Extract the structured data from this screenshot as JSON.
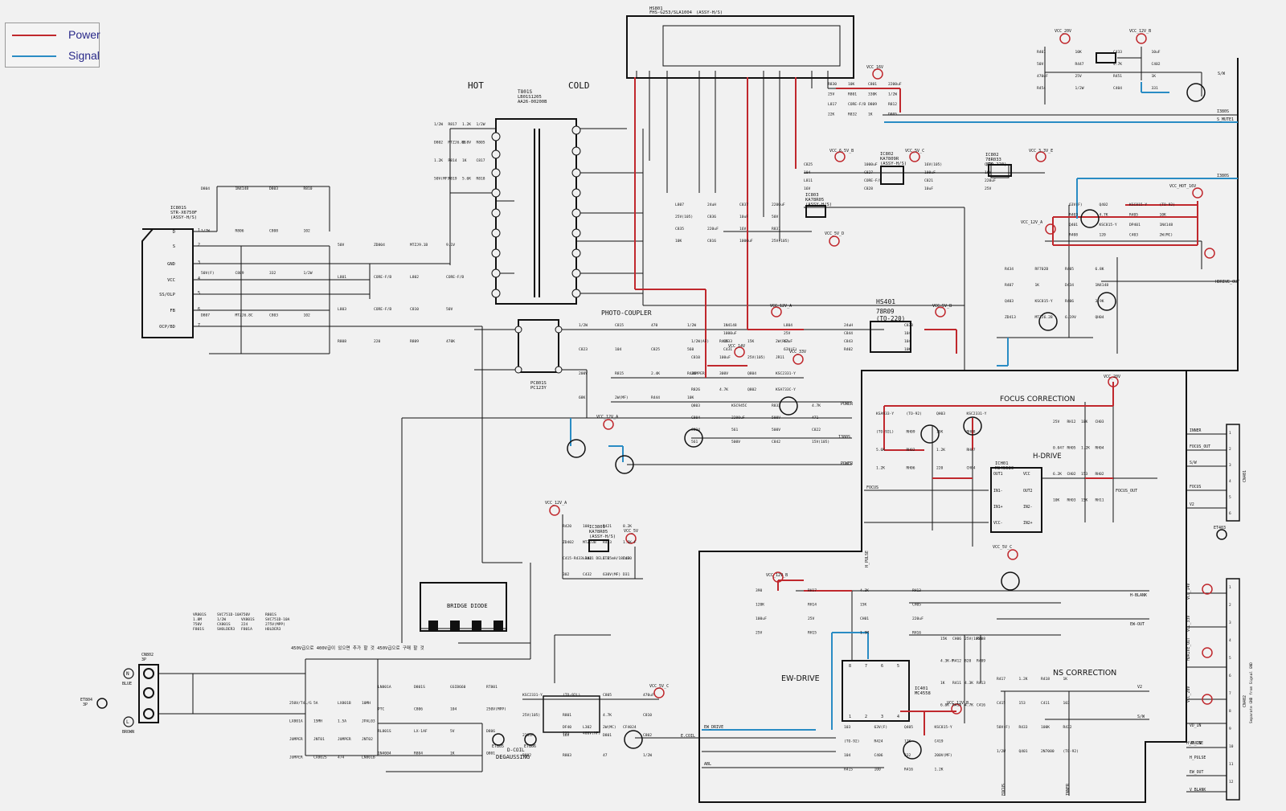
{
  "legend": {
    "items": [
      {
        "label": "Power",
        "color": "#c0282d"
      },
      {
        "label": "Signal",
        "color": "#2a8cc4"
      }
    ]
  },
  "colors": {
    "wire": "#111111",
    "power": "#c0282d",
    "signal": "#2a8cc4",
    "background": "#f1f1f1"
  },
  "header": {
    "hot_label": "HOT",
    "cold_label": "COLD",
    "hs801": "HS801",
    "hs801_part": "FHS-G253/SLA1004",
    "hs801_assy": "(ASSY-H/S)",
    "t801": "T801S",
    "t801_part": "LB01S1205",
    "t801_code": "AA26-00200B"
  },
  "sections": {
    "photo_coupler": "PHOTO-COUPLER",
    "bridge_diode": "BRIDGE DIODE",
    "focus_correction": "FOCUS CORRECTION",
    "h_drive": "H-DRIVE",
    "ew_drive": "EW-DRIVE",
    "ns_correction": "NS CORRECTION",
    "degaussing": "DEGAUSSING",
    "d_coil": "D-COIL"
  },
  "ics": {
    "ic801": {
      "ref": "IC801S",
      "part": "STR-X6750F",
      "assy": "(ASSY-H/S)"
    },
    "hs401": {
      "ref": "HS401",
      "part": "78R09",
      "pkg": "(TO-220)"
    },
    "ic802": {
      "ref": "IC802",
      "part": "KA7809R",
      "assy": "(ASSY-H/S)"
    },
    "ic803": {
      "ref": "IC803",
      "part": "KA78R05",
      "assy": "(ASSY-H/S)"
    },
    "ic3801": {
      "ref": "IC3801",
      "part": "KA78R05",
      "assy": "(ASSY-H/S)"
    },
    "ic401": {
      "ref": "IC401",
      "part": "MC4558"
    },
    "ich01": {
      "ref": "ICH01",
      "part": "MC4558C"
    },
    "ic802b": {
      "ref": "IC802",
      "part": "78R033",
      "pkg": "(TO-220)"
    },
    "pc801": {
      "ref": "PC801S",
      "part": "PC123Y"
    }
  },
  "ic801_pins": [
    "D",
    "S",
    "GND",
    "VCC",
    "SS/OLP",
    "FB",
    "OCP/BD"
  ],
  "ic801_pin_nums": [
    "1",
    "2",
    "3",
    "4",
    "5",
    "6",
    "7"
  ],
  "h_drive_pins": [
    "OUT1",
    "IN1-",
    "IN1+",
    "VCC-",
    "VCC",
    "OUT2",
    "IN2-",
    "IN2+"
  ],
  "ew_pins": [
    "1",
    "2",
    "3",
    "4",
    "8",
    "7",
    "6",
    "5"
  ],
  "supply_labels": [
    "VCC_20V",
    "VCC_12V_B",
    "VCC_16V",
    "VCC_6.5V_B",
    "VCC_5V_C",
    "VCC_3.3V_E",
    "VCC_12V_A",
    "VCC_5V_D",
    "VCC_12V_A",
    "VCC_5V_B",
    "VCC_14V",
    "VCC_33V",
    "VCC_12V_A",
    "VCC_5V",
    "VCC_12V_A",
    "VCC_5V_C",
    "VCC_12V_B",
    "VCC_12V_B",
    "VCC_20V",
    "VCC_5V_C",
    "VCC_HOT_16V"
  ],
  "signal_labels": [
    "S/W",
    "I380S",
    "S_MUTE1",
    "I380S",
    "HDRIVE_OUT",
    "POWER",
    "I380S",
    "POWER",
    "FOCUS",
    "FOCUS_OUT",
    "H-BLANK",
    "EW-OUT",
    "E.COIL",
    "EW_DRIVE",
    "ABL",
    "V2",
    "S/W",
    "FOCUS",
    "INNER",
    "H_PULSE",
    "H_PULSE"
  ],
  "connector_right_top": {
    "ref": "CN401",
    "labels": [
      "INNER",
      "FOCUS_OUT",
      "S/W",
      "FOCUS",
      "V2"
    ],
    "pins": [
      "1",
      "2",
      "3",
      "4",
      "5",
      "6"
    ]
  },
  "connector_right_bottom": {
    "ref": "CN402",
    "labels": [
      "VCC_14V",
      "VCC_33V",
      "HDRIVE_OUT",
      "VCC_20V",
      "VD_IN",
      "VD_IN",
      "H_PULSE",
      "EW_OUT",
      "V_BLANK"
    ],
    "pins": [
      "1",
      "2",
      "3",
      "4",
      "5",
      "6",
      "7",
      "8",
      "9",
      "10",
      "11",
      "12"
    ],
    "note": "Separate GND from Signal GND"
  },
  "mains": {
    "cn802": "CN802",
    "cn802_sub": "3P",
    "terminals": [
      "N",
      "L"
    ],
    "terminal_names": [
      "BLUE",
      "BROWN"
    ],
    "et804": "ET804",
    "et804_sub": "3P",
    "et403": "ET403",
    "et805": "ET805",
    "et806": "ET806"
  },
  "component_labels": [
    "VR801S",
    "SVC751D-10A",
    "750V",
    "R801S",
    "1.8M",
    "1/2W",
    "VX801S",
    "SVC751D-10A",
    "750V",
    "CX801S",
    "224",
    "275V(MPP)",
    "F801S",
    "SHOLDER3",
    "F801A",
    "HOLDER3",
    "250V/T4L/G",
    "5A",
    "LX801B",
    "10MH",
    "LX801A",
    "15MH",
    "1.5A",
    "JPAL03",
    "JUMPER",
    "JNT01",
    "JUMPER",
    "JNT02",
    "JUMPER",
    "CX802S",
    "474",
    "LN801B",
    "LN801A",
    "D801S",
    "GSIB660",
    "RT801",
    "PTC",
    "C806",
    "104",
    "250V(MPP)",
    "RL801S",
    "LX-1AF",
    "5V",
    "D806",
    "1N4004",
    "R804",
    "1K",
    "Q801",
    "KSC2331-Y",
    "(TO-92L)",
    "C805",
    "470uF",
    "25V(105)",
    "R801",
    "4.7K",
    "C810",
    "220uF",
    "16V",
    "D801",
    "C802",
    "R802",
    "R803",
    "47",
    "1/2W",
    "D804",
    "1N4148",
    "D803",
    "R810",
    "1/2W",
    "R806",
    "C808",
    "102",
    "50V(F)",
    "C809",
    "332",
    "1/2W",
    "D807",
    "MTZJ6.8C",
    "C803",
    "102",
    "50V",
    "ZD804",
    "MTZJ9.1B",
    "9.1V",
    "L801",
    "CORE-F/B",
    "L802",
    "CORE-F/B",
    "L803",
    "CORE-F/B",
    "C810",
    "50V",
    "R808",
    "220",
    "R809",
    "470K",
    "1/2W",
    "R817",
    "1.2K",
    "1/2W",
    "D802",
    "MTZJ6.8B",
    "6.8V",
    "R805",
    "1.2K",
    "R814",
    "1K",
    "C817",
    "50V(MF)",
    "R819",
    "5.6K",
    "R818",
    "1/2W",
    "C815",
    "470",
    "1/2W",
    "C823",
    "104",
    "C825",
    "560",
    "200V",
    "R815",
    "2.4K",
    "R446",
    "68K",
    "2W(MF)",
    "R444",
    "10K",
    "1/2W(AF)",
    "R445",
    "15K",
    "2W(RS)",
    "C810",
    "100uF",
    "25V(105)",
    "JR11",
    "JUMPER",
    "300V",
    "Q804",
    "KSC2331-Y",
    "R826",
    "4.7K",
    "Q802",
    "KSA733C-Y",
    "Q803",
    "KSC945C",
    "R833",
    "4.7K",
    "C804",
    "2200uF",
    "500V",
    "471",
    "C834",
    "561",
    "500V",
    "C822",
    "561",
    "500V",
    "C842",
    "15V(105)",
    "L807",
    "24uH",
    "C837",
    "2200uF",
    "25V(105)",
    "C836",
    "10uF",
    "50V",
    "C835",
    "220uF",
    "16V",
    "R831",
    "10K",
    "C816",
    "1000uF",
    "25V(105)",
    "C825",
    "1000uF",
    "16V(105)",
    "C829",
    "104",
    "C827",
    "100uF",
    "16V",
    "L811",
    "CORE-F/B",
    "C821",
    "220uF",
    "16V",
    "C828",
    "10uF",
    "25V",
    "R830",
    "10K",
    "C801",
    "2200uF",
    "25V",
    "R801",
    "330K",
    "1/2W",
    "L817",
    "CORE-F/B",
    "D809",
    "R812",
    "22K",
    "R832",
    "1K",
    "D805",
    "1N4148",
    "L804",
    "24uH",
    "C838",
    "1000uF",
    "25V",
    "C844",
    "104",
    "C833",
    "47uF",
    "C843",
    "104",
    "C431",
    "63V(F)",
    "R402",
    "10K",
    "R401",
    "10K",
    "C433",
    "10uF",
    "50V",
    "R447",
    "4.7K",
    "C402",
    "470uF",
    "25V",
    "R451",
    "1K",
    "R454",
    "1/2W",
    "C404",
    "331",
    "63V(F)",
    "Q402",
    "KSC815-Y",
    "(TO-92)",
    "R403",
    "4.7K",
    "R405",
    "10K",
    "Q401",
    "KSC815-Y",
    "DP401",
    "1N4148",
    "R408",
    "120",
    "C403",
    "2W(MC)",
    "R434",
    "RF702B",
    "R405",
    "6.8K",
    "R407",
    "1K",
    "D434",
    "1N4148",
    "Q403",
    "KSC815-Y",
    "R406",
    "3.9K",
    "ZD413",
    "MTZJ6.2B",
    "6.19V",
    "QH04",
    "KSA933-Y",
    "(TO-92)",
    "QH03",
    "KSC2331-Y",
    "(TO-92L)",
    "RH09",
    "15K",
    "RH08",
    "5.6K",
    "RH02",
    "1.2K",
    "RH07",
    "1.2K",
    "RH06",
    "220",
    "CH04",
    "25V",
    "RH12",
    "10K",
    "CH03",
    "0.047",
    "RH05",
    "1.2K",
    "RH04",
    "6.2K",
    "CH02",
    "153",
    "RH02",
    "10K",
    "RH03",
    "15K",
    "RH11",
    "390",
    "RH17",
    "4.3K",
    "RH13",
    "120K",
    "RH14",
    "15K",
    "CH05",
    "100uF",
    "25V",
    "CH01",
    "220uF",
    "25V",
    "RH15",
    "1.5M",
    "RH16",
    "15K",
    "CH06",
    "25V(105)",
    "R408",
    "4.3K-F",
    "R412",
    "820",
    "R409",
    "1K",
    "R411",
    "4.3K",
    "R413",
    "6.8K",
    "R414",
    "4.7K",
    "C416",
    "103",
    "63V(F)",
    "Q405",
    "KSC815-Y",
    "(TO-92)",
    "R424",
    "12K",
    "C419",
    "104",
    "C406",
    "332",
    "200V(MF)",
    "R415",
    "100",
    "R416",
    "1.2K",
    "R417",
    "1.2K",
    "R418",
    "1K",
    "C415",
    "153",
    "C411",
    "103",
    "50V(F)",
    "R433",
    "100K",
    "R432",
    "1/2W",
    "Q401",
    "2N7000",
    "(TO-92)",
    "R420",
    "100",
    "R421",
    "8.2K",
    "ZD402",
    "MTZJ3B",
    "R423",
    "1.5K-F",
    "C415-R433-R421 DELETE",
    "L304",
    "1.85mH/182uH",
    "C430",
    "302",
    "C432",
    "630V(MF)",
    "D31",
    "DF40",
    "L302",
    "2W(MC)",
    "CF4024",
    "221",
    "400V(MF)"
  ],
  "korean_note": "450V급으로 400V급이 있으면 추가 할 것 450V급으로 구매 할 것"
}
